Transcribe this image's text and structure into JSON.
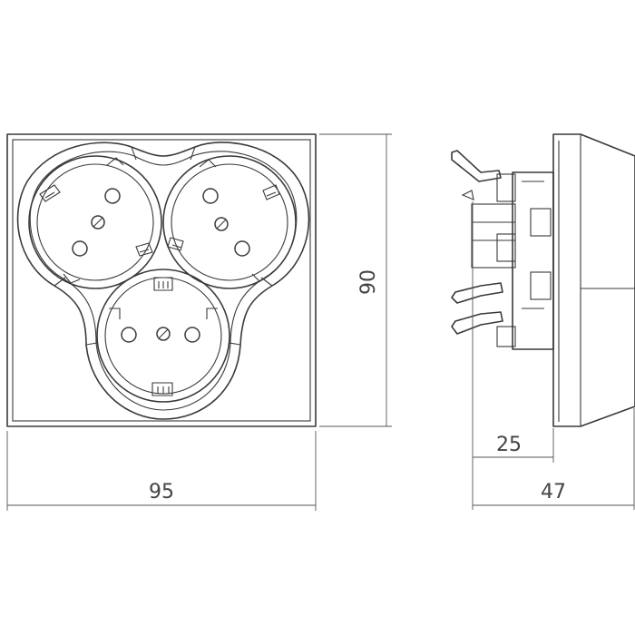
{
  "dimensions": {
    "width_front": "95",
    "height_front": "90",
    "depth_front_offset": "25",
    "depth_total": "47"
  },
  "colors": {
    "line": "#3a3a3a",
    "dimension": "#555555",
    "background": "#ffffff"
  }
}
